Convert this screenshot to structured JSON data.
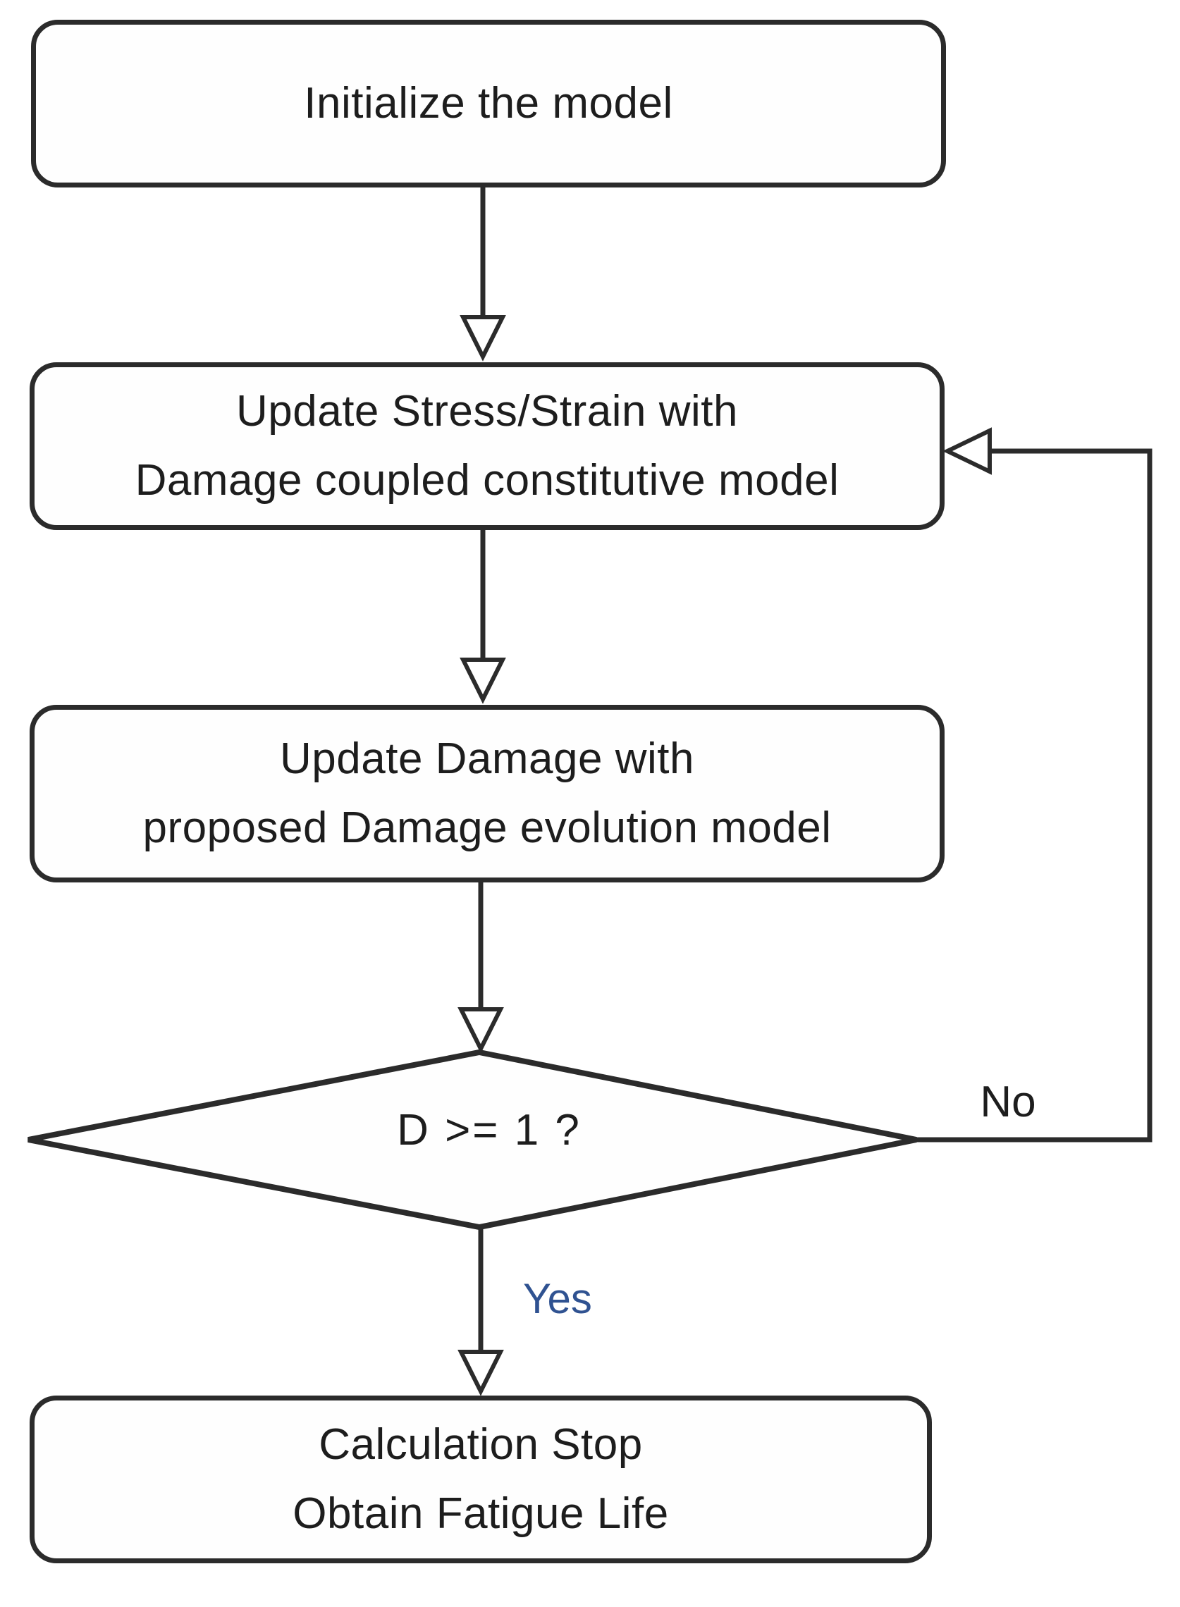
{
  "diagram": {
    "type": "flowchart",
    "ink_color": "#2b2b2b",
    "background_color": "#ffffff",
    "nodes": {
      "start": {
        "shape": "rounded-rectangle",
        "line1": "Initialize the model"
      },
      "update_stress": {
        "shape": "rounded-rectangle",
        "line1": "Update Stress/Strain with",
        "line2": "Damage coupled constitutive model"
      },
      "update_damage": {
        "shape": "rounded-rectangle",
        "line1": "Update Damage with",
        "line2": "proposed Damage evolution model"
      },
      "decision": {
        "shape": "diamond",
        "label": "D >= 1 ?"
      },
      "end": {
        "shape": "rounded-rectangle",
        "line1": "Calculation Stop",
        "line2": "Obtain Fatigue Life"
      }
    },
    "branches": {
      "yes": {
        "label": "Yes",
        "color": "#2f5291",
        "from": "decision",
        "to": "end"
      },
      "no": {
        "label": "No",
        "color": "#1d1d1d",
        "from": "decision",
        "to": "update_stress"
      }
    },
    "flow_order": [
      "start",
      "update_stress",
      "update_damage",
      "decision",
      "end"
    ]
  }
}
